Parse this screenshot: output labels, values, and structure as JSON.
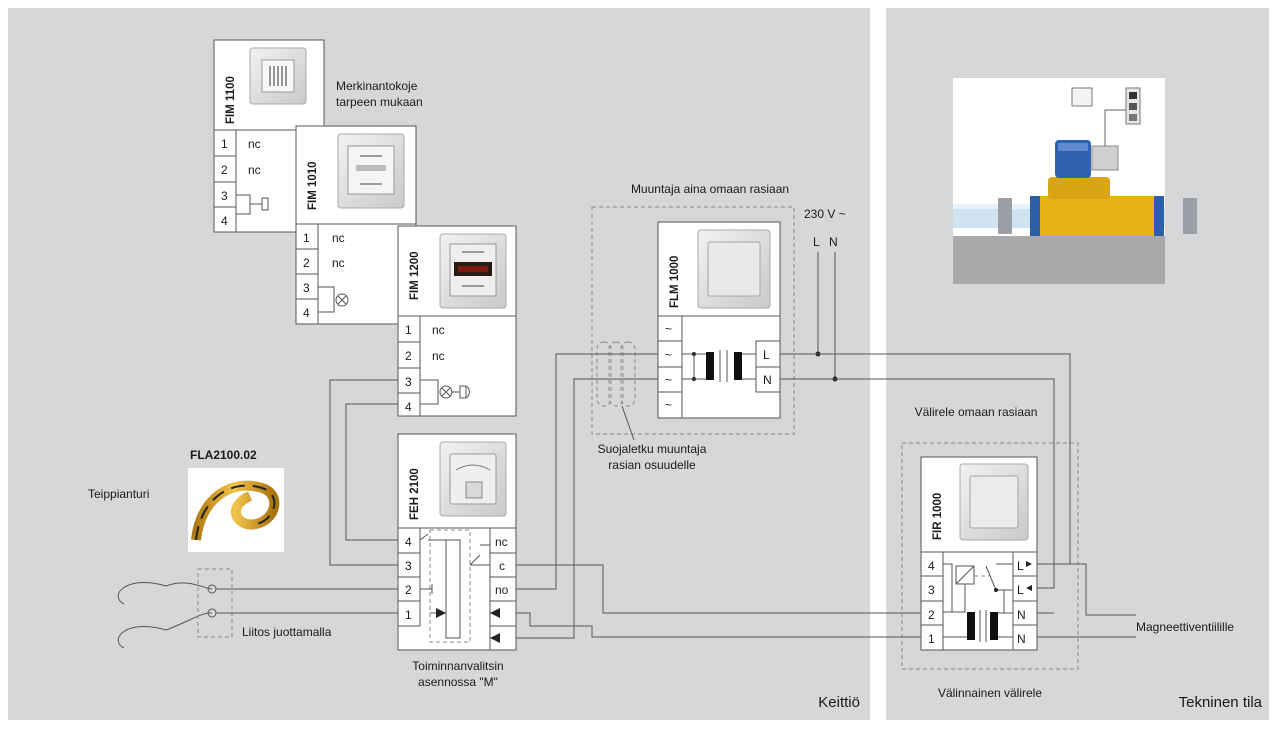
{
  "rooms": {
    "kitchen": "Keittiö",
    "technical": "Tekninen tila"
  },
  "devices": {
    "fim1100": {
      "title": "FIM 1100",
      "pins": [
        "1",
        "2",
        "3",
        "4"
      ],
      "pin_labels": [
        "nc",
        "nc"
      ]
    },
    "fim1010": {
      "title": "FIM 1010",
      "pins": [
        "1",
        "2",
        "3",
        "4"
      ],
      "pin_labels": [
        "nc",
        "nc"
      ]
    },
    "fim1200": {
      "title": "FIM 1200",
      "pins": [
        "1",
        "2",
        "3",
        "4"
      ],
      "pin_labels": [
        "nc",
        "nc"
      ]
    },
    "feh2100": {
      "title": "FEH 2100",
      "pins": [
        "4",
        "3",
        "2",
        "1"
      ],
      "right_pins": [
        "nc",
        "c",
        "no"
      ]
    },
    "flm1000": {
      "title": "FLM 1000",
      "right_pins": [
        "L",
        "N"
      ],
      "ac_symbol": "~"
    },
    "fir1000": {
      "title": "FIR 1000",
      "pins": [
        "4",
        "3",
        "2",
        "1"
      ],
      "right_pins": [
        "L",
        "L",
        "N",
        "N"
      ]
    }
  },
  "labels": {
    "signal_device": [
      "Merkinantokoje",
      "tarpeen mukaan"
    ],
    "transformer_box": "Muuntaja aina omaan rasiaan",
    "voltage": "230 V ~",
    "voltage_L": "L",
    "voltage_N": "N",
    "protective_hose": [
      "Suojaletku muuntaja",
      "rasian osuudelle"
    ],
    "relay_box": "Välirele omaan rasiaan",
    "optional_relay": "Välinnainen välirele",
    "solenoid_valves": "Magneettiventiilille",
    "sensor_code": "FLA2100.02",
    "tape_sensor": "Teippianturi",
    "solder_joint": "Liitos juottamalla",
    "mode_selector": [
      "Toiminnanvalitsin",
      "asennossa \"M\""
    ]
  }
}
